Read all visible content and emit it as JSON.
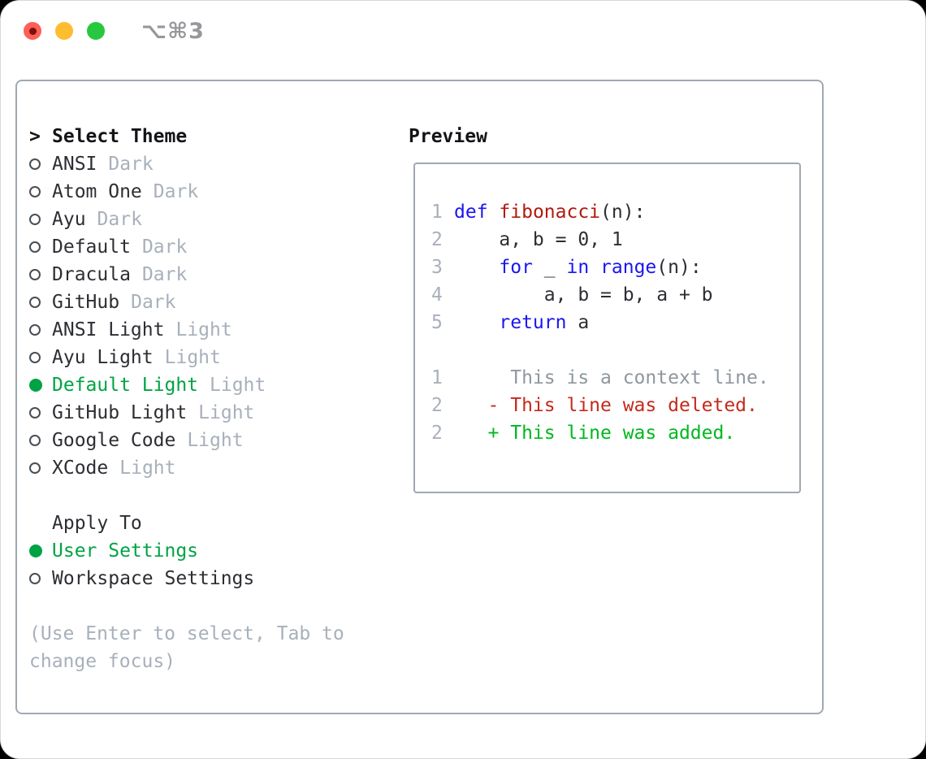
{
  "window": {
    "title": "⌥⌘3",
    "traffic_lights": [
      {
        "name": "close",
        "has_dot": true
      },
      {
        "name": "minimize",
        "has_dot": false
      },
      {
        "name": "zoom",
        "has_dot": false
      }
    ]
  },
  "theme_picker": {
    "header": {
      "cursor": ">",
      "label": "Select Theme"
    },
    "themes": [
      {
        "name": "ANSI",
        "variant": "Dark",
        "selected": false
      },
      {
        "name": "Atom One",
        "variant": "Dark",
        "selected": false
      },
      {
        "name": "Ayu",
        "variant": "Dark",
        "selected": false
      },
      {
        "name": "Default",
        "variant": "Dark",
        "selected": false
      },
      {
        "name": "Dracula",
        "variant": "Dark",
        "selected": false
      },
      {
        "name": "GitHub",
        "variant": "Dark",
        "selected": false
      },
      {
        "name": "ANSI Light",
        "variant": "Light",
        "selected": false
      },
      {
        "name": "Ayu Light",
        "variant": "Light",
        "selected": false
      },
      {
        "name": "Default Light",
        "variant": "Light",
        "selected": true
      },
      {
        "name": "GitHub Light",
        "variant": "Light",
        "selected": false
      },
      {
        "name": "Google Code",
        "variant": "Light",
        "selected": false
      },
      {
        "name": "XCode",
        "variant": "Light",
        "selected": false
      }
    ],
    "apply_to": {
      "label": "Apply To",
      "options": [
        {
          "name": "User Settings",
          "selected": true
        },
        {
          "name": "Workspace Settings",
          "selected": false
        }
      ]
    },
    "hint": "(Use Enter to select, Tab to change focus)"
  },
  "preview": {
    "label": "Preview",
    "lines": [
      {
        "num": "1",
        "segments": [
          {
            "text": "def",
            "cls": "kw"
          },
          {
            "text": " ",
            "cls": "pl"
          },
          {
            "text": "fibonacci",
            "cls": "fn"
          },
          {
            "text": "(n):",
            "cls": "pl"
          }
        ]
      },
      {
        "num": "2",
        "segments": [
          {
            "text": "    a, b = 0, 1",
            "cls": "pl"
          }
        ]
      },
      {
        "num": "3",
        "segments": [
          {
            "text": "    ",
            "cls": "pl"
          },
          {
            "text": "for",
            "cls": "kw"
          },
          {
            "text": " _ ",
            "cls": "pl"
          },
          {
            "text": "in",
            "cls": "kw"
          },
          {
            "text": " ",
            "cls": "pl"
          },
          {
            "text": "range",
            "cls": "kw"
          },
          {
            "text": "(n):",
            "cls": "pl"
          }
        ]
      },
      {
        "num": "4",
        "segments": [
          {
            "text": "        a, b = b, a + b",
            "cls": "pl"
          }
        ]
      },
      {
        "num": "5",
        "segments": [
          {
            "text": "    ",
            "cls": "pl"
          },
          {
            "text": "return",
            "cls": "kw"
          },
          {
            "text": " a",
            "cls": "pl"
          }
        ]
      },
      {
        "num": "",
        "segments": []
      },
      {
        "num": "1",
        "segments": [
          {
            "text": "     This is a context line.",
            "cls": "ctx"
          }
        ]
      },
      {
        "num": "2",
        "segments": [
          {
            "text": "   - This line was deleted.",
            "cls": "del"
          }
        ]
      },
      {
        "num": "2",
        "segments": [
          {
            "text": "   + This line was added.",
            "cls": "add"
          }
        ]
      }
    ]
  },
  "colors": {
    "accent_green": "#00a344",
    "diff_add": "#00b81f",
    "diff_del": "#c42a1c",
    "kw_blue": "#1a16f0",
    "fn_red": "#b01b0e",
    "text_dark": "#2c2e33",
    "text_muted": "#a8b0bb",
    "ctx_gray": "#8f979e",
    "line_num": "#a8b0bb",
    "border_gray": "#a0a8b2",
    "title_gray": "#97979c",
    "header_black": "#131417",
    "tl_red": "#ff5f57",
    "tl_red_dot": "#7a1208",
    "tl_yellow": "#febc2f",
    "tl_green": "#27c83f"
  }
}
